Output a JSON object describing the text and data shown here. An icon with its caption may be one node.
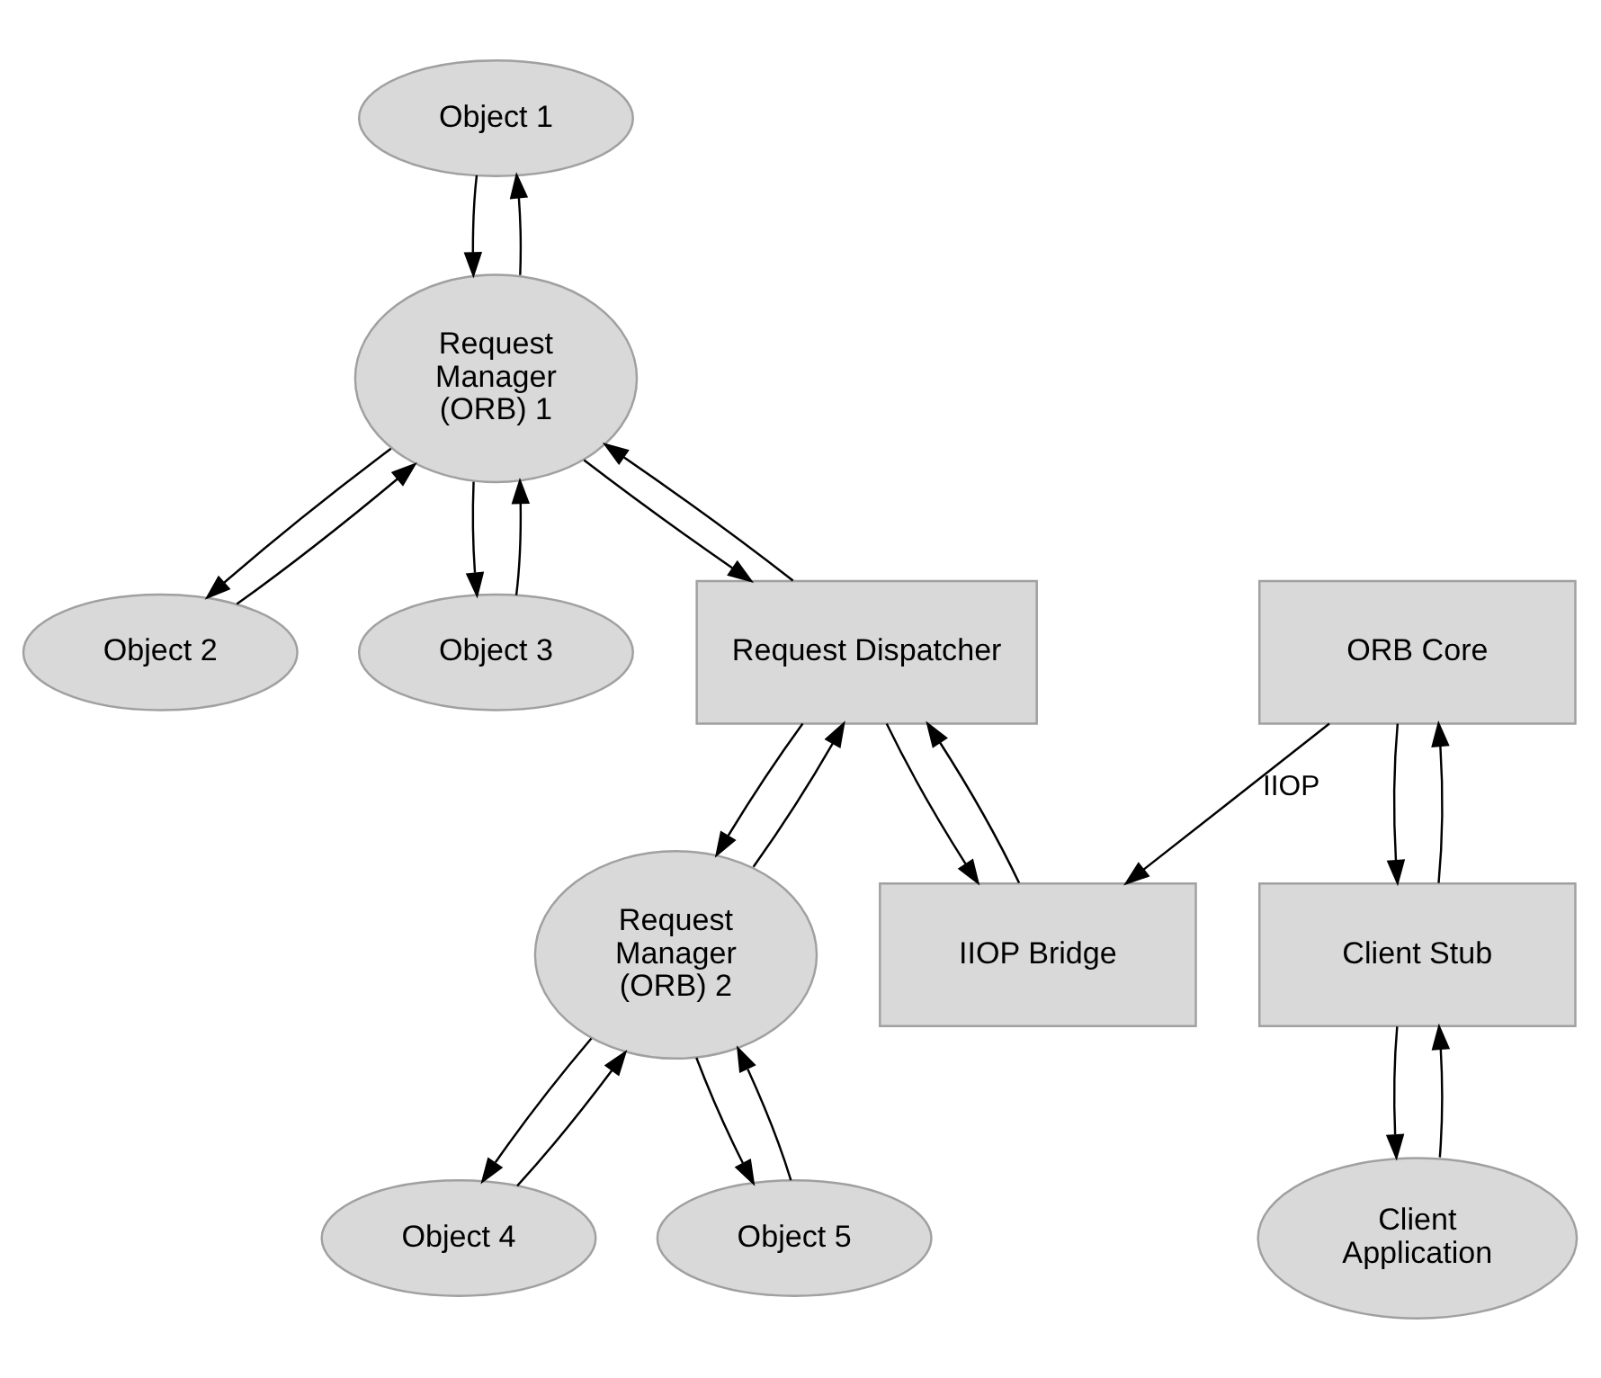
{
  "diagram": {
    "nodes": [
      {
        "text": [
          "Object 1"
        ]
      },
      {
        "text": [
          "Object 2"
        ]
      },
      {
        "text": [
          "Object 3"
        ]
      },
      {
        "text": [
          "Object 4"
        ]
      },
      {
        "text": [
          "Object 5"
        ]
      },
      {
        "text": [
          "Request Manager (ORB) 1"
        ]
      },
      {
        "text": [
          "Request Manager (ORB) 2"
        ]
      },
      {
        "text": [
          "Client Application"
        ]
      },
      {
        "text": [
          "Request Dispatcher"
        ]
      },
      {
        "text": [
          "Client Stub"
        ]
      },
      {
        "text": [
          "ORB Core"
        ]
      },
      {
        "text": [
          "IIOP Bridge"
        ]
      }
    ],
    "edges": [
      {
        "from": 5,
        "to": 0,
        "arrow": "to"
      },
      {
        "from": 0,
        "to": 5,
        "arrow": "to"
      },
      {
        "from": 1,
        "to": 5,
        "arrow": "to"
      },
      {
        "from": 5,
        "to": 1,
        "arrow": "to"
      },
      {
        "from": 2,
        "to": 5,
        "arrow": "to"
      },
      {
        "from": 5,
        "to": 2,
        "arrow": "to"
      },
      {
        "from": 3,
        "to": 6,
        "arrow": "to"
      },
      {
        "from": 6,
        "to": 3,
        "arrow": "to"
      },
      {
        "from": 4,
        "to": 6,
        "arrow": "to"
      },
      {
        "from": 6,
        "to": 4,
        "arrow": "to"
      },
      {
        "from": 5,
        "to": 8,
        "arrow": "to"
      },
      {
        "from": 8,
        "to": 5,
        "arrow": "to"
      },
      {
        "from": 6,
        "to": 8,
        "arrow": "to"
      },
      {
        "from": 8,
        "to": 6,
        "arrow": "to"
      },
      {
        "from": 7,
        "to": 9,
        "arrow": "to"
      },
      {
        "from": 9,
        "to": 7,
        "arrow": "to"
      },
      {
        "from": 9,
        "to": 10,
        "arrow": "to"
      },
      {
        "from": 10,
        "to": 9,
        "arrow": "to"
      },
      {
        "from": 8,
        "to": 11,
        "arrow": "to"
      },
      {
        "from": 11,
        "to": 8,
        "arrow": "to"
      },
      {
        "from": 10,
        "to": 11,
        "arrow": "to",
        "label": "IIOP"
      }
    ]
  }
}
